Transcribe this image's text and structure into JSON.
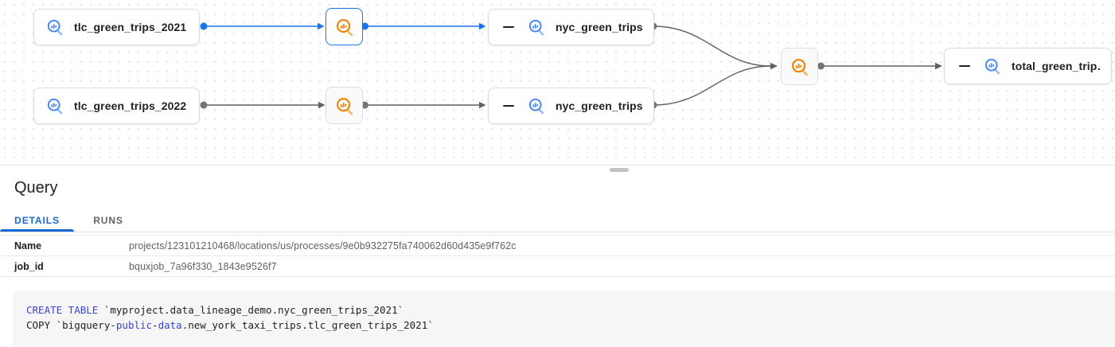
{
  "colors": {
    "accent_blue": "#1a73e8",
    "tab_active_blue": "#1967d2",
    "edge_gray": "#616161",
    "node_border": "#dadce0",
    "bq_table_icon_blue": "#4285f4",
    "bq_job_icon_orange": "#ee8100",
    "sql_keyword_blue": "#3b44cd"
  },
  "graph": {
    "nodes": {
      "tlc_2021": {
        "label": "tlc_green_trips_2021"
      },
      "nyc_2021": {
        "label": "nyc_green_trips…"
      },
      "tlc_2022": {
        "label": "tlc_green_trips_2022"
      },
      "nyc_2022": {
        "label": "nyc_green_trips…"
      },
      "total": {
        "label": "total_green_trip…"
      }
    }
  },
  "panel": {
    "title": "Query",
    "tabs": [
      {
        "label": "DETAILS",
        "active": true
      },
      {
        "label": "RUNS",
        "active": false
      }
    ],
    "details": {
      "rows": [
        {
          "label": "Name",
          "value": "projects/123101210468/locations/us/processes/9e0b932275fa740062d60d435e9f762c"
        },
        {
          "label": "job_id",
          "value": "bquxjob_7a96f330_1843e9526f7"
        }
      ]
    },
    "code": {
      "lines": [
        {
          "segments": [
            {
              "text": "CREATE TABLE",
              "type": "keyword"
            },
            {
              "text": " `myproject.data_lineage_demo.nyc_green_trips_2021`",
              "type": "plain"
            }
          ]
        },
        {
          "segments": [
            {
              "text": "COPY `bigquery-",
              "type": "plain"
            },
            {
              "text": "public",
              "type": "keyword"
            },
            {
              "text": "-",
              "type": "plain"
            },
            {
              "text": "data",
              "type": "keyword"
            },
            {
              "text": ".new_york_taxi_trips.tlc_green_trips_2021`",
              "type": "plain"
            }
          ]
        }
      ]
    }
  }
}
